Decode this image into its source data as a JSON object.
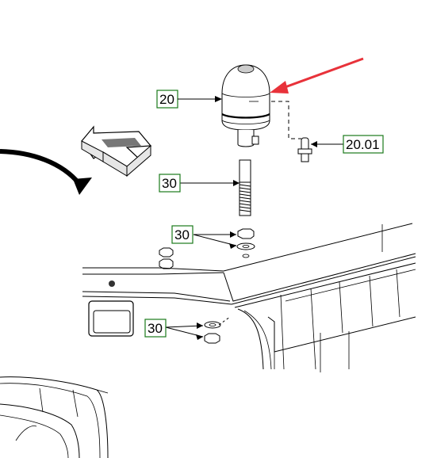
{
  "callouts": {
    "beacon": "20",
    "bulb": "20.01",
    "stud": "30",
    "washer_nut_top": "30",
    "washer_nut_bottom": "30"
  },
  "colors": {
    "callout_border": "#1a7a1a",
    "highlight_arrow": "#e8323a",
    "linework": "#000000"
  },
  "icons": {
    "direction_arrow": "block-arrow-icon",
    "motion_arrow": "curved-arrow-icon",
    "highlight_arrow": "red-pointer-arrow-icon"
  }
}
